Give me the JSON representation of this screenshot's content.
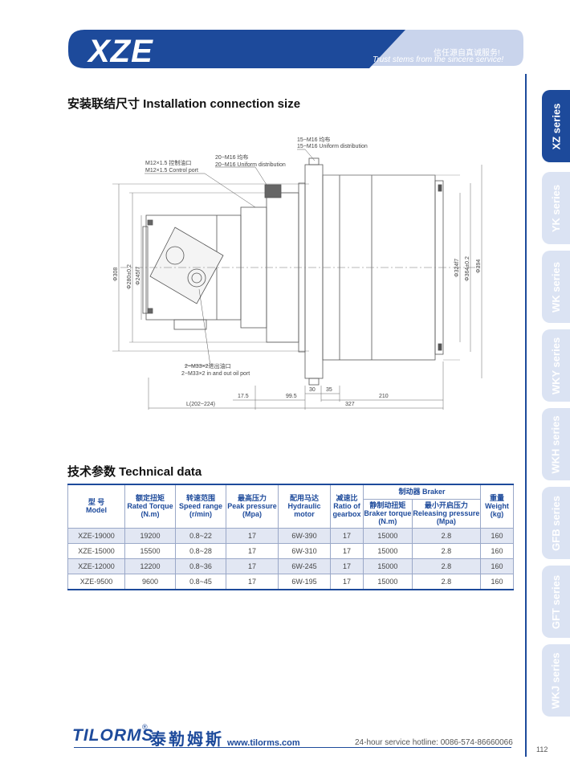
{
  "header": {
    "series_title": "XZE",
    "slogan_cn": "信任源自真诚服务!",
    "slogan_en": "Trust stems from the sincere service!"
  },
  "sidebar": {
    "tabs": [
      {
        "label": "XZ series",
        "active": true
      },
      {
        "label": "YK series",
        "active": false
      },
      {
        "label": "WK series",
        "active": false
      },
      {
        "label": "WKY series",
        "active": false
      },
      {
        "label": "WKH series",
        "active": false
      },
      {
        "label": "GFB series",
        "active": false
      },
      {
        "label": "GFT series",
        "active": false
      },
      {
        "label": "WKJ series",
        "active": false
      }
    ]
  },
  "install_section": {
    "title": "安装联结尺寸  Installation connection size"
  },
  "drawing": {
    "note_m12_cn": "M12×1.5 控制油口",
    "note_m12_en": "M12×1.5 Control port",
    "note_20m16_cn": "20−M16 均布",
    "note_20m16_en": "20−M16 Uniform distribution",
    "note_15m16_cn": "15−M16 均布",
    "note_15m16_en": "15−M16 Uniform distribution",
    "note_m33_cn": "2−M33×2进出油口",
    "note_m33_en": "2−M33×2 in and out oil port",
    "dim_308": "Φ308",
    "dim_280": "Φ280±0.2",
    "dim_245": "Φ245f7",
    "dim_324": "Φ324f7",
    "dim_364": "Φ364±0.2",
    "dim_394": "Φ394",
    "dim_17_5": "17.5",
    "dim_99_5": "99.5",
    "dim_30": "30",
    "dim_35": "35",
    "dim_210": "210",
    "dim_L": "L(202~224)",
    "dim_327": "327"
  },
  "tech_section": {
    "title": "技术参数  Technical data"
  },
  "table": {
    "headers": {
      "model_cn": "型  号",
      "model_en": "Model",
      "torque_cn": "额定扭矩",
      "torque_en": "Rated Torque",
      "torque_unit": "(N.m)",
      "speed_cn": "转速范围",
      "speed_en": "Speed range",
      "speed_unit": "(r/min)",
      "pressure_cn": "最高压力",
      "pressure_en": "Peak pressure",
      "pressure_unit": "(Mpa)",
      "motor_cn": "配用马达",
      "motor_en1": "Hydraulic",
      "motor_en2": "motor",
      "ratio_cn": "减速比",
      "ratio_en1": "Ratio of",
      "ratio_en2": "gearbox",
      "braker_group": "制动器 Braker",
      "braker_torque_cn": "静制动扭矩",
      "braker_torque_en": "Braker torque",
      "braker_torque_unit": "(N.m)",
      "release_cn": "最小开启压力",
      "release_en": "Releasing pressure",
      "release_unit": "(Mpa)",
      "weight_cn": "重量",
      "weight_en": "Weight",
      "weight_unit": "(kg)"
    },
    "rows": [
      {
        "model": "XZE-19000",
        "torque": "19200",
        "speed": "0.8~22",
        "pressure": "17",
        "motor": "6W-390",
        "ratio": "17",
        "braker_torque": "15000",
        "release": "2.8",
        "weight": "160"
      },
      {
        "model": "XZE-15000",
        "torque": "15500",
        "speed": "0.8~28",
        "pressure": "17",
        "motor": "6W-310",
        "ratio": "17",
        "braker_torque": "15000",
        "release": "2.8",
        "weight": "160"
      },
      {
        "model": "XZE-12000",
        "torque": "12200",
        "speed": "0.8~36",
        "pressure": "17",
        "motor": "6W-245",
        "ratio": "17",
        "braker_torque": "15000",
        "release": "2.8",
        "weight": "160"
      },
      {
        "model": "XZE-9500",
        "torque": "9600",
        "speed": "0.8~45",
        "pressure": "17",
        "motor": "6W-195",
        "ratio": "17",
        "braker_torque": "15000",
        "release": "2.8",
        "weight": "160"
      }
    ]
  },
  "footer": {
    "brand": "TILORMS",
    "brand_reg": "®",
    "brand_cn": "泰勒姆斯",
    "website": "www.tilorms.com",
    "hotline": "24-hour service hotline: 0086-574-86660066",
    "page_number": "112"
  },
  "colors": {
    "brand_blue": "#1d4a9b",
    "banner_light": "#c9d4ec",
    "tab_inactive": "#dbe3f3",
    "row_shade": "#e2e7f3"
  }
}
